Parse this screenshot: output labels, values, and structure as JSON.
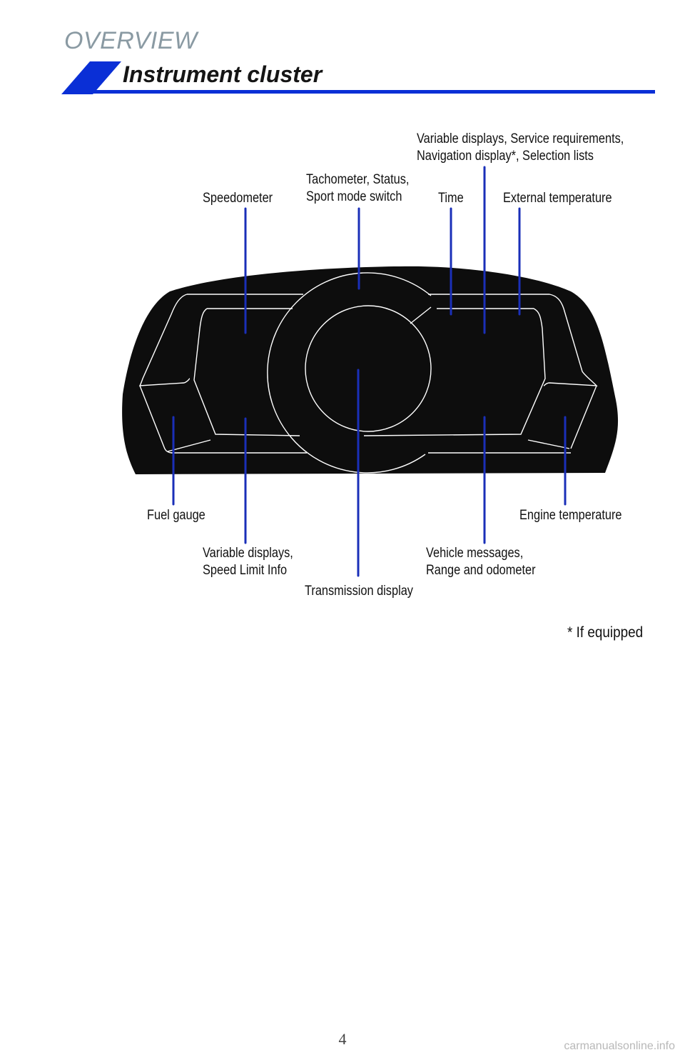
{
  "page": {
    "section": "OVERVIEW",
    "title": "Instrument cluster",
    "footnote": "* If equipped",
    "page_number": "4",
    "watermark": "carmanualsonline.info"
  },
  "colors": {
    "accent": "#0a2fd6",
    "title_gray": "#8a9aa3",
    "cluster": "#0d0d0d",
    "leader": "#1a2fb8"
  },
  "callouts": {
    "speedometer": [
      "Speedometer"
    ],
    "tachometer": [
      "Tachometer, Status,",
      "Sport mode switch"
    ],
    "time": [
      "Time"
    ],
    "variable_top": [
      "Variable displays, Service requirements,",
      "Navigation display*, Selection lists"
    ],
    "external_temp": [
      "External temperature"
    ],
    "fuel_gauge": [
      "Fuel gauge"
    ],
    "engine_temp": [
      "Engine temperature"
    ],
    "variable_bottom": [
      "Variable displays,",
      "Speed Limit Info"
    ],
    "vehicle_messages": [
      "Vehicle messages,",
      "Range and odometer"
    ],
    "transmission": [
      "Transmission display"
    ]
  }
}
